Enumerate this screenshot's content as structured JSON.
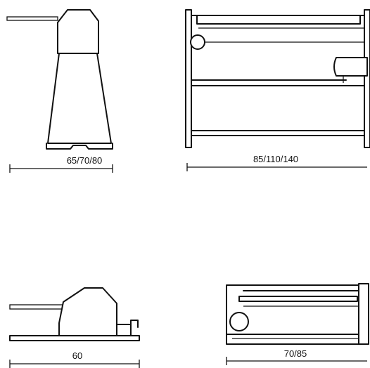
{
  "views": [
    {
      "id": "side-view-a",
      "dimension": "65/70/80"
    },
    {
      "id": "front-view-a",
      "dimension": "85/110/140"
    },
    {
      "id": "side-view-b",
      "dimension": "60"
    },
    {
      "id": "front-view-b",
      "dimension": "70/85"
    }
  ]
}
